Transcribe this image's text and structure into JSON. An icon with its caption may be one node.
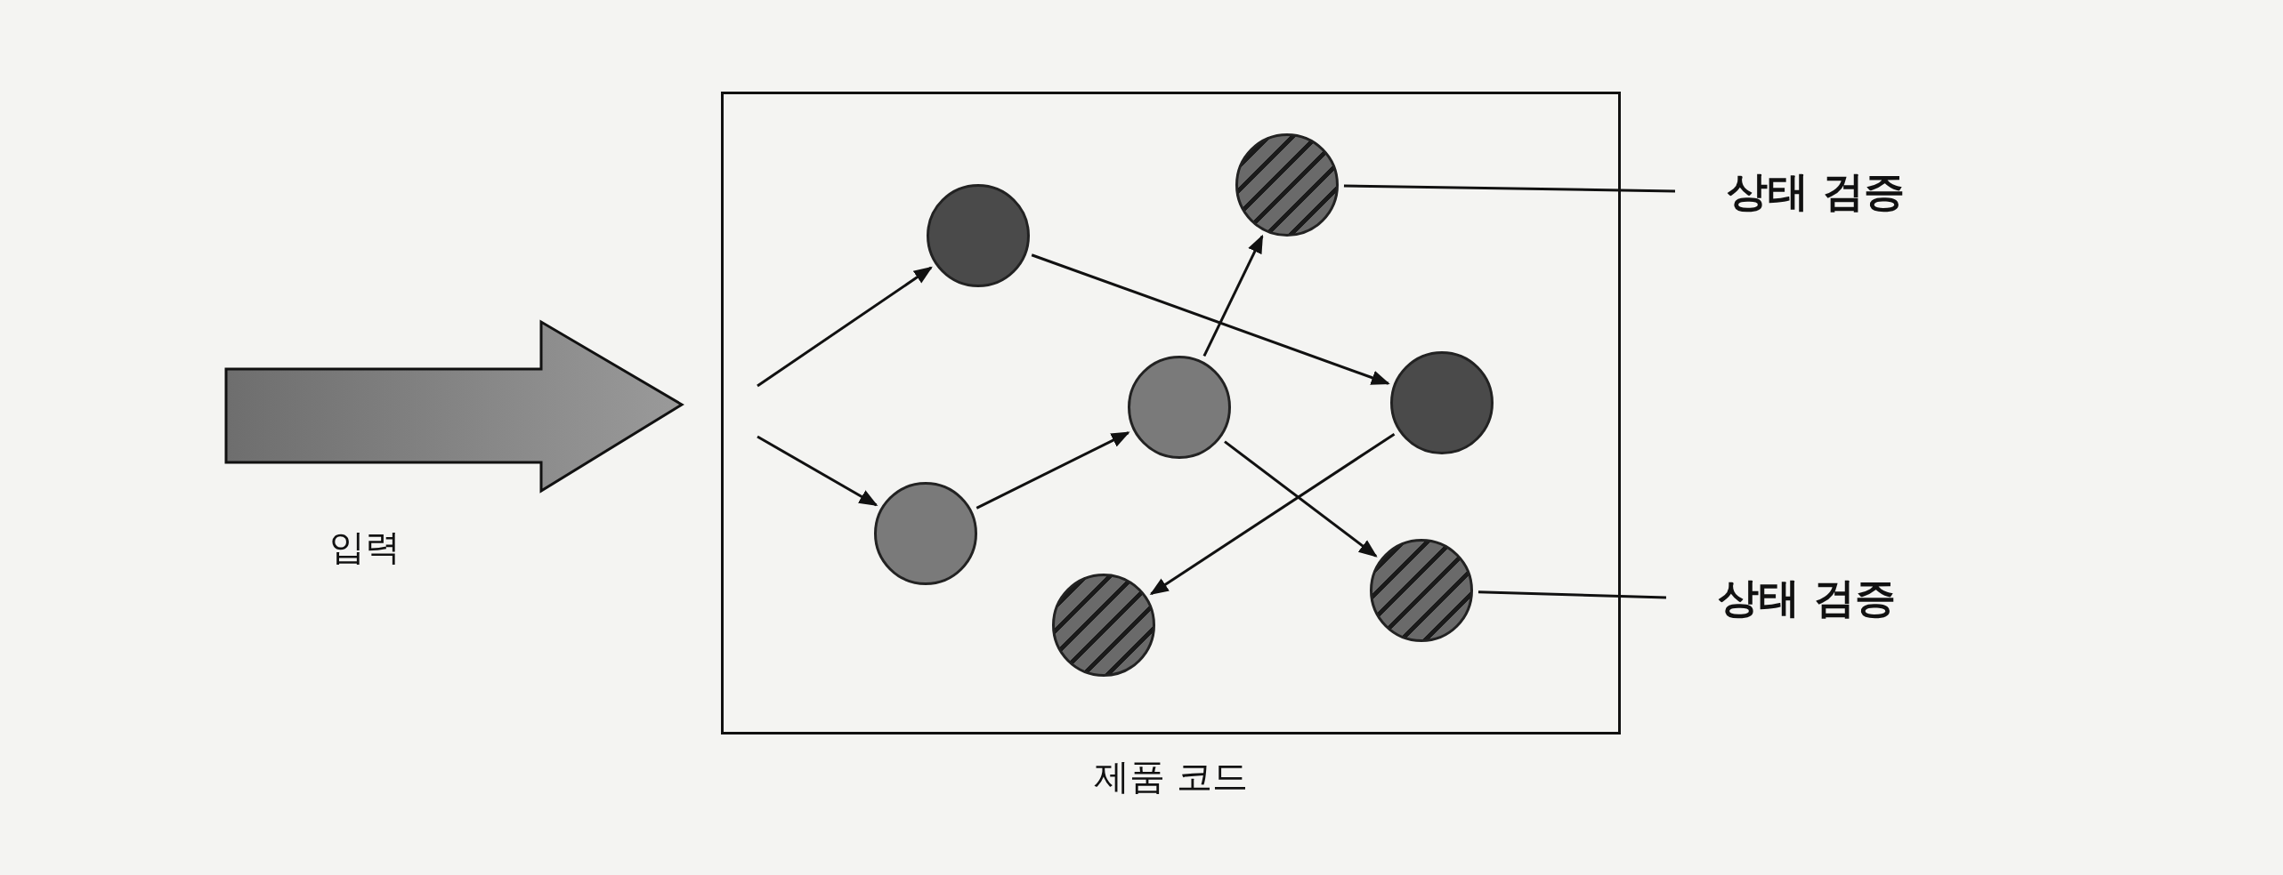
{
  "diagram": {
    "nodes": [
      {
        "text": [],
        "shape": "box",
        "beside": [
          "제품 코드"
        ]
      },
      {
        "text": [],
        "shape": "circle",
        "in": 0
      },
      {
        "text": [],
        "shape": "circle",
        "in": 0
      },
      {
        "text": [],
        "shape": "circle",
        "in": 0
      },
      {
        "text": [],
        "shape": "circle",
        "in": 0
      },
      {
        "text": [],
        "shape": "circle",
        "in": 0
      },
      {
        "text": [],
        "shape": "circle",
        "in": 0
      },
      {
        "text": [],
        "shape": "circle",
        "in": 0
      },
      {
        "text": [
          "상태 검증"
        ]
      },
      {
        "text": [
          "상태 검증"
        ]
      }
    ],
    "edges": [
      {
        "from": null,
        "to": 2,
        "arrow": "to"
      },
      {
        "from": null,
        "to": 1,
        "arrow": "to"
      },
      {
        "from": 2,
        "to": 7,
        "arrow": "to"
      },
      {
        "from": 1,
        "to": 4,
        "arrow": "to"
      },
      {
        "from": 4,
        "to": 5,
        "arrow": "to"
      },
      {
        "from": 4,
        "to": 6,
        "arrow": "to"
      },
      {
        "from": 7,
        "to": 3,
        "arrow": "to"
      },
      {
        "from": 8,
        "to": 5,
        "arrow": "none"
      },
      {
        "from": 9,
        "to": 6,
        "arrow": "none"
      }
    ],
    "labels": [
      "입력"
    ]
  }
}
